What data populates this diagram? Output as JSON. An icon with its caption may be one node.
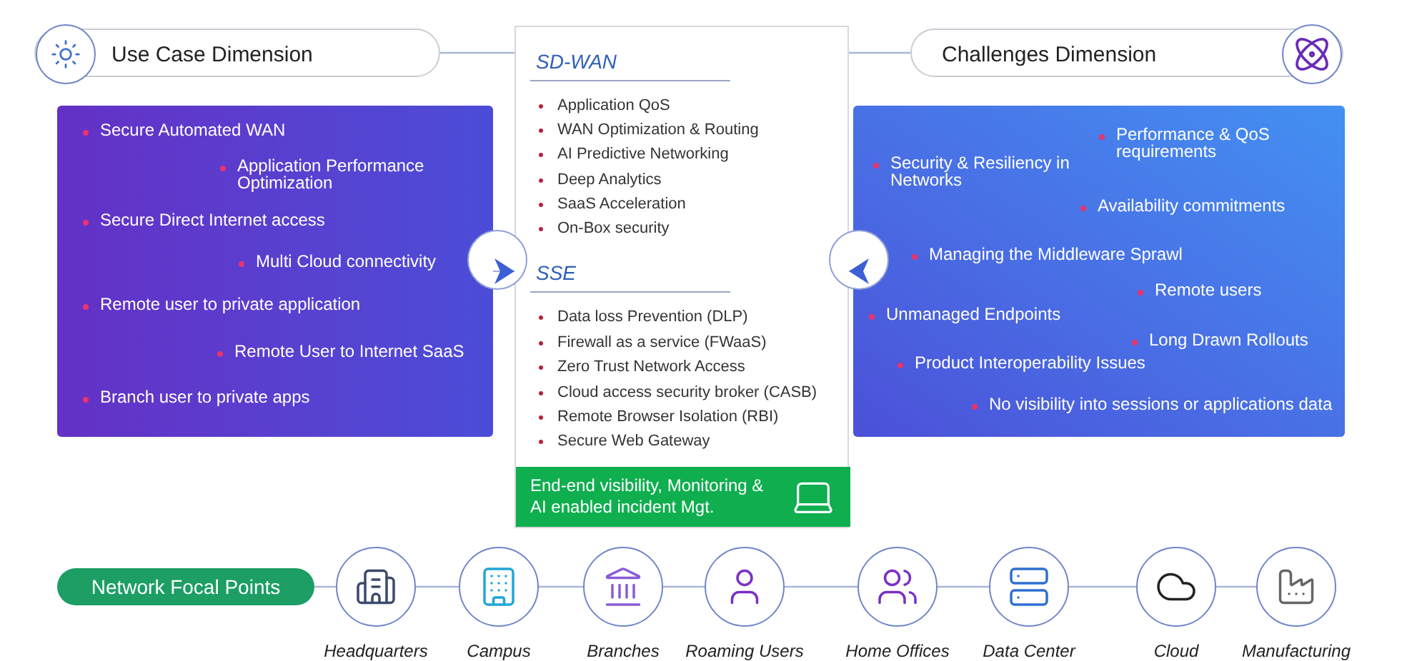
{
  "diagram": {
    "nodes": [
      {
        "text": [
          "Use Case Dimension"
        ]
      },
      {
        "text": [
          "SD-WAN",
          "Application QoS",
          "WAN Optimization & Routing",
          "AI Predictive Networking",
          "Deep Analytics",
          "SaaS Acceleration",
          "On-Box security",
          "SSE",
          "Data loss Prevention (DLP)",
          "Firewall as a service (FWaaS)",
          "Zero Trust Network Access",
          "Cloud access security broker (CASB)",
          "Remote Browser Isolation (RBI)",
          "Secure Web Gateway"
        ]
      },
      {
        "text": [
          "End-end visibility,  Monitoring & AI enabled incident Mgt."
        ],
        "in": 1
      },
      {
        "text": [
          "Challenges Dimension"
        ]
      },
      {
        "text": [
          "Secure Automated WAN",
          "Application Performance Optimization",
          "Secure Direct Internet access",
          "Multi Cloud connectivity",
          "Remote user to private application",
          "Remote User to Internet SaaS",
          "Branch user to private apps"
        ]
      },
      {
        "text": [
          "Performance & QoS requirements",
          "Security & Resiliency in Networks",
          "Availability commitments",
          "Managing the Middleware Sprawl",
          "Remote users",
          "Unmanaged Endpoints",
          "Long Drawn Rollouts",
          "Product Interoperability Issues",
          "No visibility into sessions or applications data"
        ]
      },
      {
        "text": [
          "Network Focal Points"
        ]
      },
      {
        "text": [],
        "shape": "circle",
        "beside": [
          "Headquarters"
        ]
      },
      {
        "text": [],
        "shape": "circle",
        "beside": [
          "Campus"
        ]
      },
      {
        "text": [],
        "shape": "circle",
        "beside": [
          "Branches"
        ]
      },
      {
        "text": [],
        "shape": "circle",
        "beside": [
          "Roaming Users"
        ]
      },
      {
        "text": [],
        "shape": "circle",
        "beside": [
          "Home Offices"
        ]
      },
      {
        "text": [],
        "shape": "circle",
        "beside": [
          "Data Center"
        ]
      },
      {
        "text": [],
        "shape": "circle",
        "beside": [
          "Cloud"
        ]
      },
      {
        "text": [],
        "shape": "circle",
        "beside": [
          "Manufacturing"
        ]
      }
    ],
    "edges": [
      {
        "from": 0,
        "to": 1,
        "arrow": "none"
      },
      {
        "from": 1,
        "to": 3,
        "arrow": "none"
      },
      {
        "from": 4,
        "to": 1,
        "arrow": "to",
        "color": "#3d5fd6"
      },
      {
        "from": 5,
        "to": 1,
        "arrow": "to",
        "color": "#3d5fd6"
      },
      {
        "from": 6,
        "to": 7,
        "arrow": "none"
      },
      {
        "from": 7,
        "to": 8,
        "arrow": "none"
      },
      {
        "from": 8,
        "to": 9,
        "arrow": "none"
      },
      {
        "from": 9,
        "to": 10,
        "arrow": "none"
      },
      {
        "from": 10,
        "to": 11,
        "arrow": "none"
      },
      {
        "from": 11,
        "to": 12,
        "arrow": "none"
      },
      {
        "from": 12,
        "to": 13,
        "arrow": "none"
      },
      {
        "from": 13,
        "to": 14,
        "arrow": "none"
      }
    ]
  }
}
